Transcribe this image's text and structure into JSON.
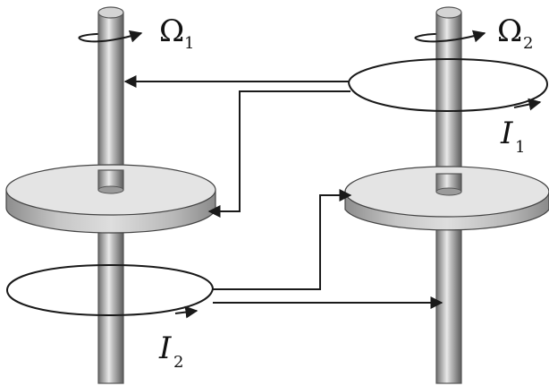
{
  "labels": {
    "omega1": {
      "symbol": "Ω",
      "sub": "1"
    },
    "omega2": {
      "symbol": "Ω",
      "sub": "2"
    },
    "current1": {
      "symbol": "I",
      "sub": "1"
    },
    "current2": {
      "symbol": "I",
      "sub": "2"
    }
  }
}
